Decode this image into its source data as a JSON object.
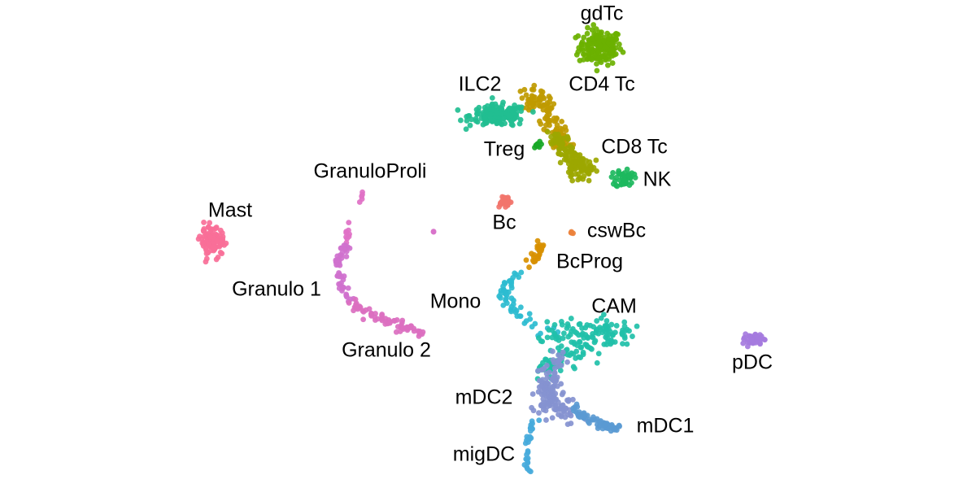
{
  "chart_data": {
    "type": "scatter",
    "title": "",
    "xlabel": "",
    "ylabel": "",
    "axes_visible": false,
    "grid": false,
    "xlim": [
      0,
      120
    ],
    "ylim": [
      0,
      60
    ],
    "clusters": [
      {
        "name": "gdTc",
        "color": "#6BB100",
        "n": 170,
        "center": [
          73.8,
          54.2
        ],
        "spread": [
          2.4,
          2.0
        ],
        "label_at": [
          74,
          58.2
        ]
      },
      {
        "name": "CD4 Tc",
        "color": "#BF9A00",
        "n": 120,
        "path": [
          [
            65,
            48.2
          ],
          [
            67,
            47.2
          ],
          [
            68.5,
            44
          ],
          [
            69.5,
            42
          ]
        ],
        "spread": 1.2,
        "label_at": [
          74,
          49.5
        ]
      },
      {
        "name": "ILC2",
        "color": "#22BE91",
        "n": 170,
        "center": [
          61.3,
          45.8
        ],
        "spread": [
          3.2,
          1.2
        ],
        "label_at": [
          59,
          49.5
        ]
      },
      {
        "name": "Treg",
        "color": "#18A826",
        "n": 10,
        "center": [
          66.2,
          42.2
        ],
        "spread": [
          0.5,
          0.3
        ],
        "label_at": [
          62,
          41.5
        ]
      },
      {
        "name": "CD8 Tc",
        "color": "#9CA700",
        "n": 140,
        "path": [
          [
            68.5,
            43
          ],
          [
            70.5,
            40
          ],
          [
            72,
            39
          ]
        ],
        "spread": 1.4,
        "label_at": [
          78,
          41.8
        ]
      },
      {
        "name": "NK",
        "color": "#1DB85E",
        "n": 45,
        "center": [
          76.8,
          38.1
        ],
        "spread": [
          1.0,
          1.1
        ],
        "label_at": [
          80.8,
          37.8
        ]
      },
      {
        "name": "Bc",
        "color": "#F2756D",
        "n": 25,
        "center": [
          62,
          35.3
        ],
        "spread": [
          0.8,
          0.7
        ],
        "label_at": [
          62,
          32.5
        ]
      },
      {
        "name": "cswBc",
        "color": "#EC823C",
        "n": 4,
        "center": [
          70.3,
          31.4
        ],
        "spread": [
          0.25,
          0.25
        ],
        "label_at": [
          75.8,
          31.5
        ]
      },
      {
        "name": "BcProg",
        "color": "#D89000",
        "n": 25,
        "path": [
          [
            66.8,
            30.2
          ],
          [
            65.8,
            28.6
          ],
          [
            65.2,
            27.4
          ]
        ],
        "spread": 0.6,
        "label_at": [
          72.5,
          27.7
        ]
      },
      {
        "name": "Mono",
        "color": "#2DBCD0",
        "n": 55,
        "path": [
          [
            64,
            27
          ],
          [
            62,
            24
          ],
          [
            62.5,
            22.5
          ],
          [
            65,
            20
          ],
          [
            69,
            18.8
          ]
        ],
        "spread": 0.9,
        "label_at": [
          56,
          22.8
        ]
      },
      {
        "name": "CAM",
        "color": "#21C0A9",
        "n": 170,
        "path": [
          [
            67,
            19
          ],
          [
            71,
            19.2
          ],
          [
            74,
            19.5
          ],
          [
            77,
            19.2
          ],
          [
            72,
            17.5
          ],
          [
            68.5,
            15.5
          ],
          [
            66,
            14.5
          ]
        ],
        "spread": 1.6,
        "label_at": [
          75.5,
          22.2
        ]
      },
      {
        "name": "mDC2",
        "color": "#8592D0",
        "n": 150,
        "path": [
          [
            68.5,
            16
          ],
          [
            67.5,
            13.5
          ],
          [
            67,
            11.5
          ],
          [
            68,
            10
          ],
          [
            70.5,
            9.5
          ]
        ],
        "spread": 1.5,
        "label_at": [
          59.5,
          11
        ]
      },
      {
        "name": "mDC1",
        "color": "#5A9AD3",
        "n": 60,
        "path": [
          [
            70.5,
            9.5
          ],
          [
            72.5,
            8.5
          ],
          [
            74.5,
            7.6
          ],
          [
            76,
            7.2
          ]
        ],
        "spread": 0.6,
        "label_at": [
          81.8,
          7.5
        ]
      },
      {
        "name": "migDC",
        "color": "#46AADB",
        "n": 30,
        "path": [
          [
            65.6,
            8.6
          ],
          [
            65,
            6
          ],
          [
            64.8,
            2.2
          ]
        ],
        "spread": 0.45,
        "label_at": [
          59.5,
          4
        ]
      },
      {
        "name": "pDC",
        "color": "#A57BDE",
        "n": 40,
        "center": [
          92.6,
          18.2
        ],
        "spread": [
          1.0,
          0.6
        ],
        "label_at": [
          92.5,
          15.3
        ]
      },
      {
        "name": "Mast",
        "color": "#F86F98",
        "n": 120,
        "center": [
          26.2,
          30.3
        ],
        "spread": [
          1.4,
          1.5
        ],
        "label_at": [
          28.3,
          34
        ]
      },
      {
        "name": "GranuloProli",
        "color": "#E070C6",
        "n": 14,
        "path": [
          [
            44.8,
            36.3
          ],
          [
            43.8,
            34.5
          ],
          [
            42.8,
            31.5
          ],
          [
            42.5,
            30
          ]
        ],
        "spread": 0.4,
        "label_at": [
          45.5,
          38.8
        ]
      },
      {
        "name": "Granulo 1",
        "color": "#CF71CE",
        "n": 50,
        "path": [
          [
            42.5,
            30
          ],
          [
            41.5,
            28
          ],
          [
            42,
            25
          ],
          [
            43,
            23
          ]
        ],
        "spread": 0.8,
        "label_at": [
          34,
          24.3
        ]
      },
      {
        "name": "Granulo 2",
        "color": "#DB6FC0",
        "n": 70,
        "path": [
          [
            43,
            23
          ],
          [
            45,
            21.5
          ],
          [
            48,
            20.5
          ],
          [
            50.5,
            19.5
          ],
          [
            51.8,
            18.8
          ]
        ],
        "spread": 0.6,
        "label_at": [
          47.5,
          16.8
        ]
      },
      {
        "name": "",
        "color": "#D872CA",
        "n": 2,
        "center": [
          53.5,
          31.5
        ],
        "spread": [
          0.2,
          0.1
        ]
      }
    ]
  }
}
